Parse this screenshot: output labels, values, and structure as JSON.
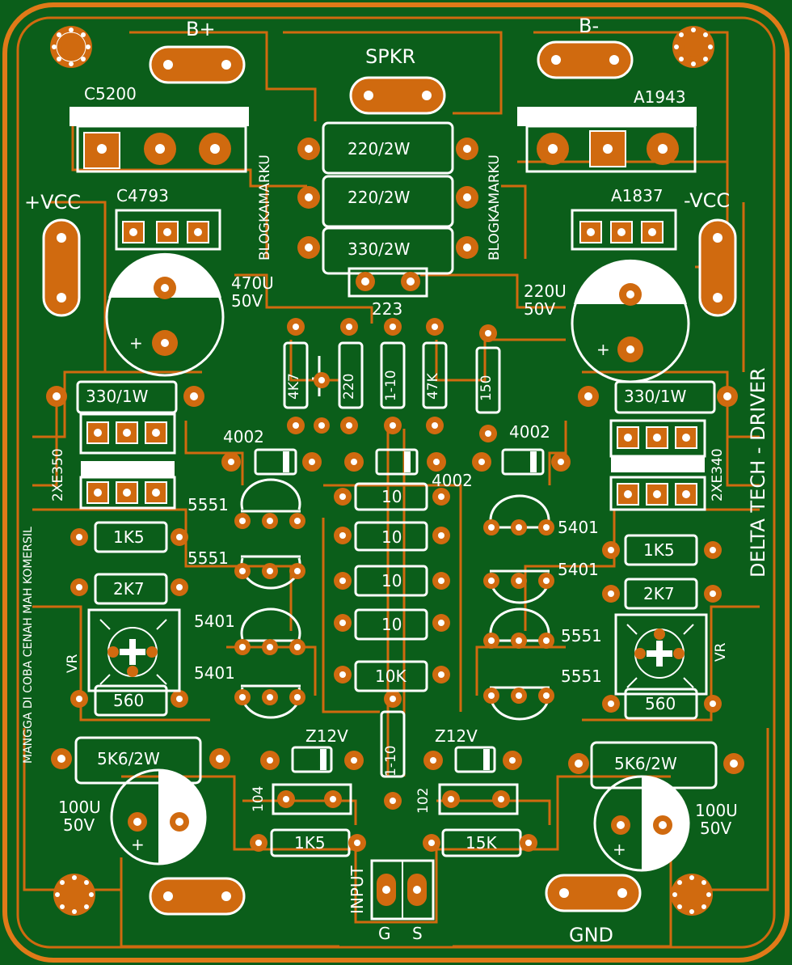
{
  "colors": {
    "board": "#0b5e1a",
    "copper": "#d06a0f",
    "silk": "#ffffff",
    "pad": "#d06a0f",
    "hole": "#ffffff",
    "edge": "#e07a18"
  },
  "labels": {
    "b_plus": "B+",
    "b_minus": "B-",
    "spkr": "SPKR",
    "c5200": "C5200",
    "a1943": "A1943",
    "c4793": "C4793",
    "a1837": "A1837",
    "vcc_plus": "+VCC",
    "vcc_minus": "-VCC",
    "r_220_2w_a": "220/2W",
    "r_220_2w_b": "220/2W",
    "r_330_2w": "330/2W",
    "blog_left": "BLOGKAMARKU",
    "blog_right": "BLOGKAMARKU",
    "cap_470u": "470U",
    "cap_470u_v": "50V",
    "cap_220u": "220U",
    "cap_220u_v": "50V",
    "c223": "223",
    "r4k7": "4K7",
    "r220": "220",
    "r1_10_top": "1-10",
    "r47k": "47K",
    "r150": "150",
    "r330_1w_l": "330/1W",
    "r330_1w_r": "330/1W",
    "xe350": "2XE350",
    "xe340": "2XE340",
    "d4002_l": "4002",
    "d4002_r": "4002",
    "d4002_c": "4002",
    "t5551_a": "5551",
    "t5551_b": "5551",
    "t5401_a": "5401",
    "t5401_b": "5401",
    "t5401_c": "5401",
    "t5401_d": "5401",
    "t5551_c": "5551",
    "t5551_d": "5551",
    "r1k5_l": "1K5",
    "r2k7_l": "2K7",
    "r1k5_r": "1K5",
    "r2k7_r": "2K7",
    "r10_a": "10",
    "r10_b": "10",
    "r10_c": "10",
    "r10_d": "10",
    "r10k": "10K",
    "vr_l": "VR",
    "vr_r": "VR",
    "r560_l": "560",
    "r560_r": "560",
    "title": "DELTA TECH - DRIVER",
    "side_note": "MANGGA DI COBA CENAH MAH KOMERSIL",
    "z12v_l": "Z12V",
    "z12v_r": "Z12V",
    "r1_10_bot": "1-10",
    "r5k6_l": "5K6/2W",
    "r5k6_r": "5K6/2W",
    "c104": "104",
    "c102": "102",
    "r1k5_b": "1K5",
    "r15k": "15K",
    "cap_100u_l": "100U",
    "cap_100u_l_v": "50V",
    "cap_100u_r": "100U",
    "cap_100u_r_v": "50V",
    "input": "INPUT",
    "g": "G",
    "s": "S",
    "gnd": "GND",
    "plus": "+"
  }
}
